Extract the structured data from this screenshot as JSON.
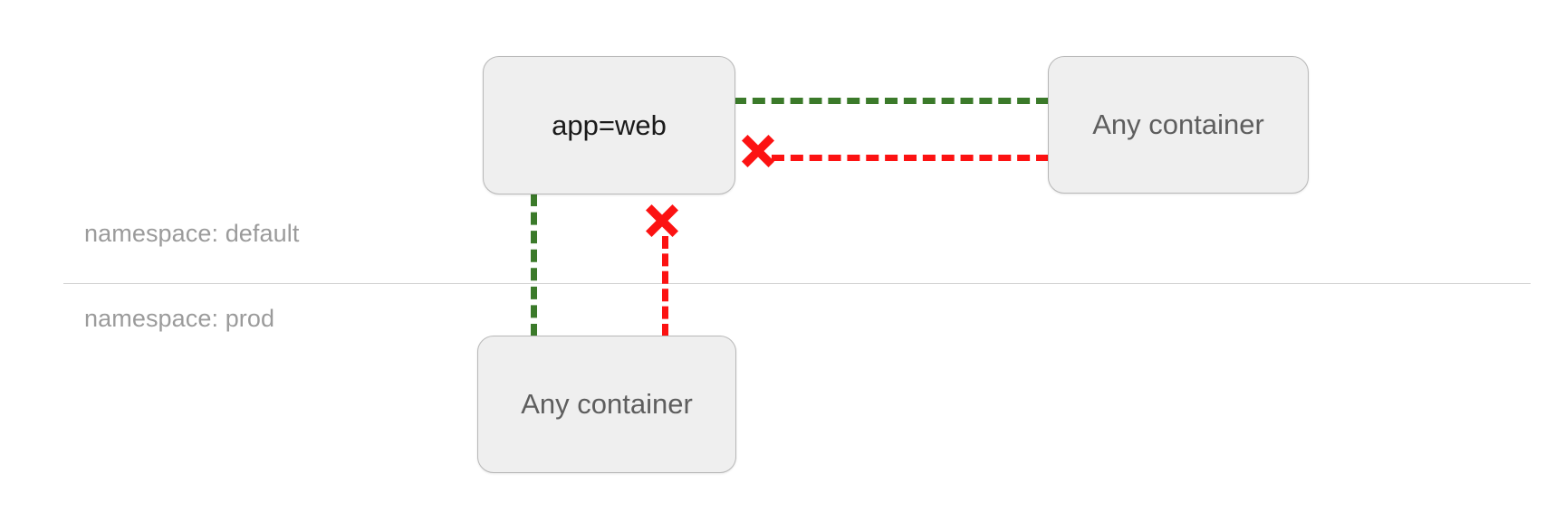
{
  "diagram": {
    "title": "kubernetes network policy namespace diagram",
    "background_color": "#ffffff",
    "colors": {
      "allow_edge": "#3b7a2a",
      "deny_edge": "#fc1212",
      "deny_marker": "#fc1212",
      "box_fill": "#efefef",
      "box_border": "#b8b8b8",
      "divider": "#d2d2d2",
      "label_text": "#9b9b9b",
      "primary_node_text": "#1a1a1a",
      "secondary_node_text": "#5e5e5e"
    }
  },
  "namespaces": [
    {
      "id": "default",
      "label": "namespace: default"
    },
    {
      "id": "prod",
      "label": "namespace: prod"
    }
  ],
  "nodes": [
    {
      "id": "app-web",
      "label": "app=web",
      "namespace": "default",
      "emphasis": "primary"
    },
    {
      "id": "container-right",
      "label": "Any container",
      "namespace": "default",
      "emphasis": "secondary"
    },
    {
      "id": "container-bottom",
      "label": "Any container",
      "namespace": "prod",
      "emphasis": "secondary"
    }
  ],
  "edges": [
    {
      "id": "web-to-right-allow",
      "from": "app-web",
      "to": "container-right",
      "state": "allowed",
      "style": "dashed",
      "color": "#3b7a2a"
    },
    {
      "id": "web-to-right-deny",
      "from": "app-web",
      "to": "container-right",
      "state": "denied",
      "style": "dashed",
      "color": "#fc1212"
    },
    {
      "id": "web-to-bottom-allow",
      "from": "app-web",
      "to": "container-bottom",
      "state": "allowed",
      "style": "dashed",
      "color": "#3b7a2a"
    },
    {
      "id": "web-to-bottom-deny",
      "from": "app-web",
      "to": "container-bottom",
      "state": "denied",
      "style": "dashed",
      "color": "#fc1212"
    }
  ],
  "markers": [
    {
      "id": "deny-marker-right",
      "icon": "cross-x-icon",
      "edge": "web-to-right-deny",
      "color": "#fc1212"
    },
    {
      "id": "deny-marker-bottom",
      "icon": "cross-x-icon",
      "edge": "web-to-bottom-deny",
      "color": "#fc1212"
    }
  ]
}
